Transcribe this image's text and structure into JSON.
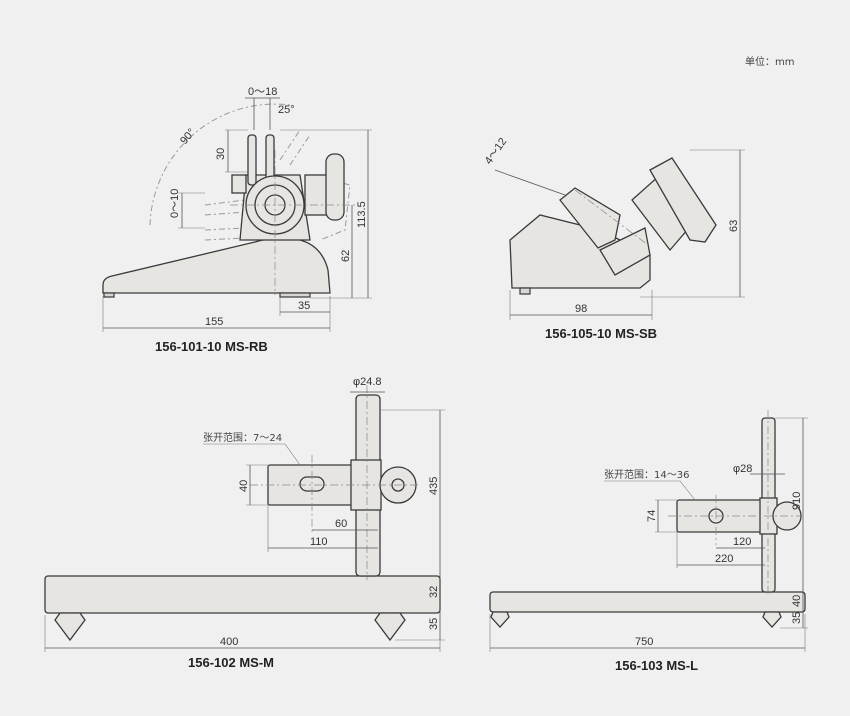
{
  "unit_label": "单位：mm",
  "ms_rb": {
    "caption": "156-101-10   MS-RB",
    "dims": {
      "width": "155",
      "foot": "35",
      "height_center": "62",
      "height_total": "113.5",
      "jaw": "30",
      "offset": "0～10",
      "opening": "0～18",
      "tilt": "25°",
      "swing": "90°"
    }
  },
  "ms_sb": {
    "caption": "156-105-10   MS-SB",
    "dims": {
      "width": "98",
      "height": "63",
      "range": "4～12"
    }
  },
  "ms_m": {
    "caption": "156-102   MS-M",
    "dims": {
      "width": "400",
      "height": "435",
      "base": "32",
      "foot": "35",
      "arm_h": "40",
      "arm_a": "60",
      "arm_b": "110",
      "pillar_dia": "φ24.8"
    },
    "range_label": "张开范围：7～24"
  },
  "ms_l": {
    "caption": "156-103   MS-L",
    "dims": {
      "width": "750",
      "height": "910",
      "base": "40",
      "foot": "35",
      "arm_h": "74",
      "arm_a": "120",
      "arm_b": "220",
      "pillar_dia": "φ28"
    },
    "range_label": "张开范围：14～36"
  }
}
